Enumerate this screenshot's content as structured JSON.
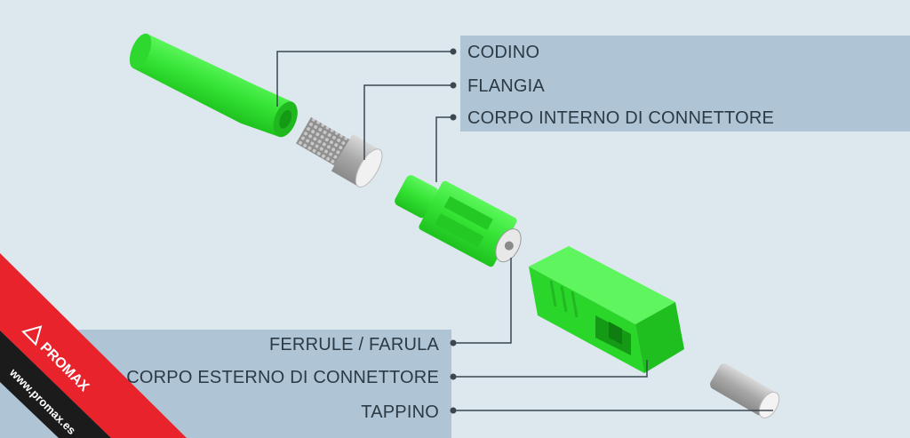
{
  "labels": {
    "codino": "CODINO",
    "flangia": "FLANGIA",
    "corpo_interno": "CORPO INTERNO DI CONNETTORE",
    "ferrule": "FERRULE / FARULA",
    "corpo_esterno": "CORPO ESTERNO DI CONNETTORE",
    "tappino": "TAPPINO"
  },
  "brand": {
    "name": "PROMAX",
    "url": "www.promax.es"
  },
  "colors": {
    "background": "#dde7ee",
    "label_panel": "#afc4d4",
    "connector_green": "#3df03d",
    "brand_red": "#e8232b",
    "leader_line": "#3a4650"
  }
}
